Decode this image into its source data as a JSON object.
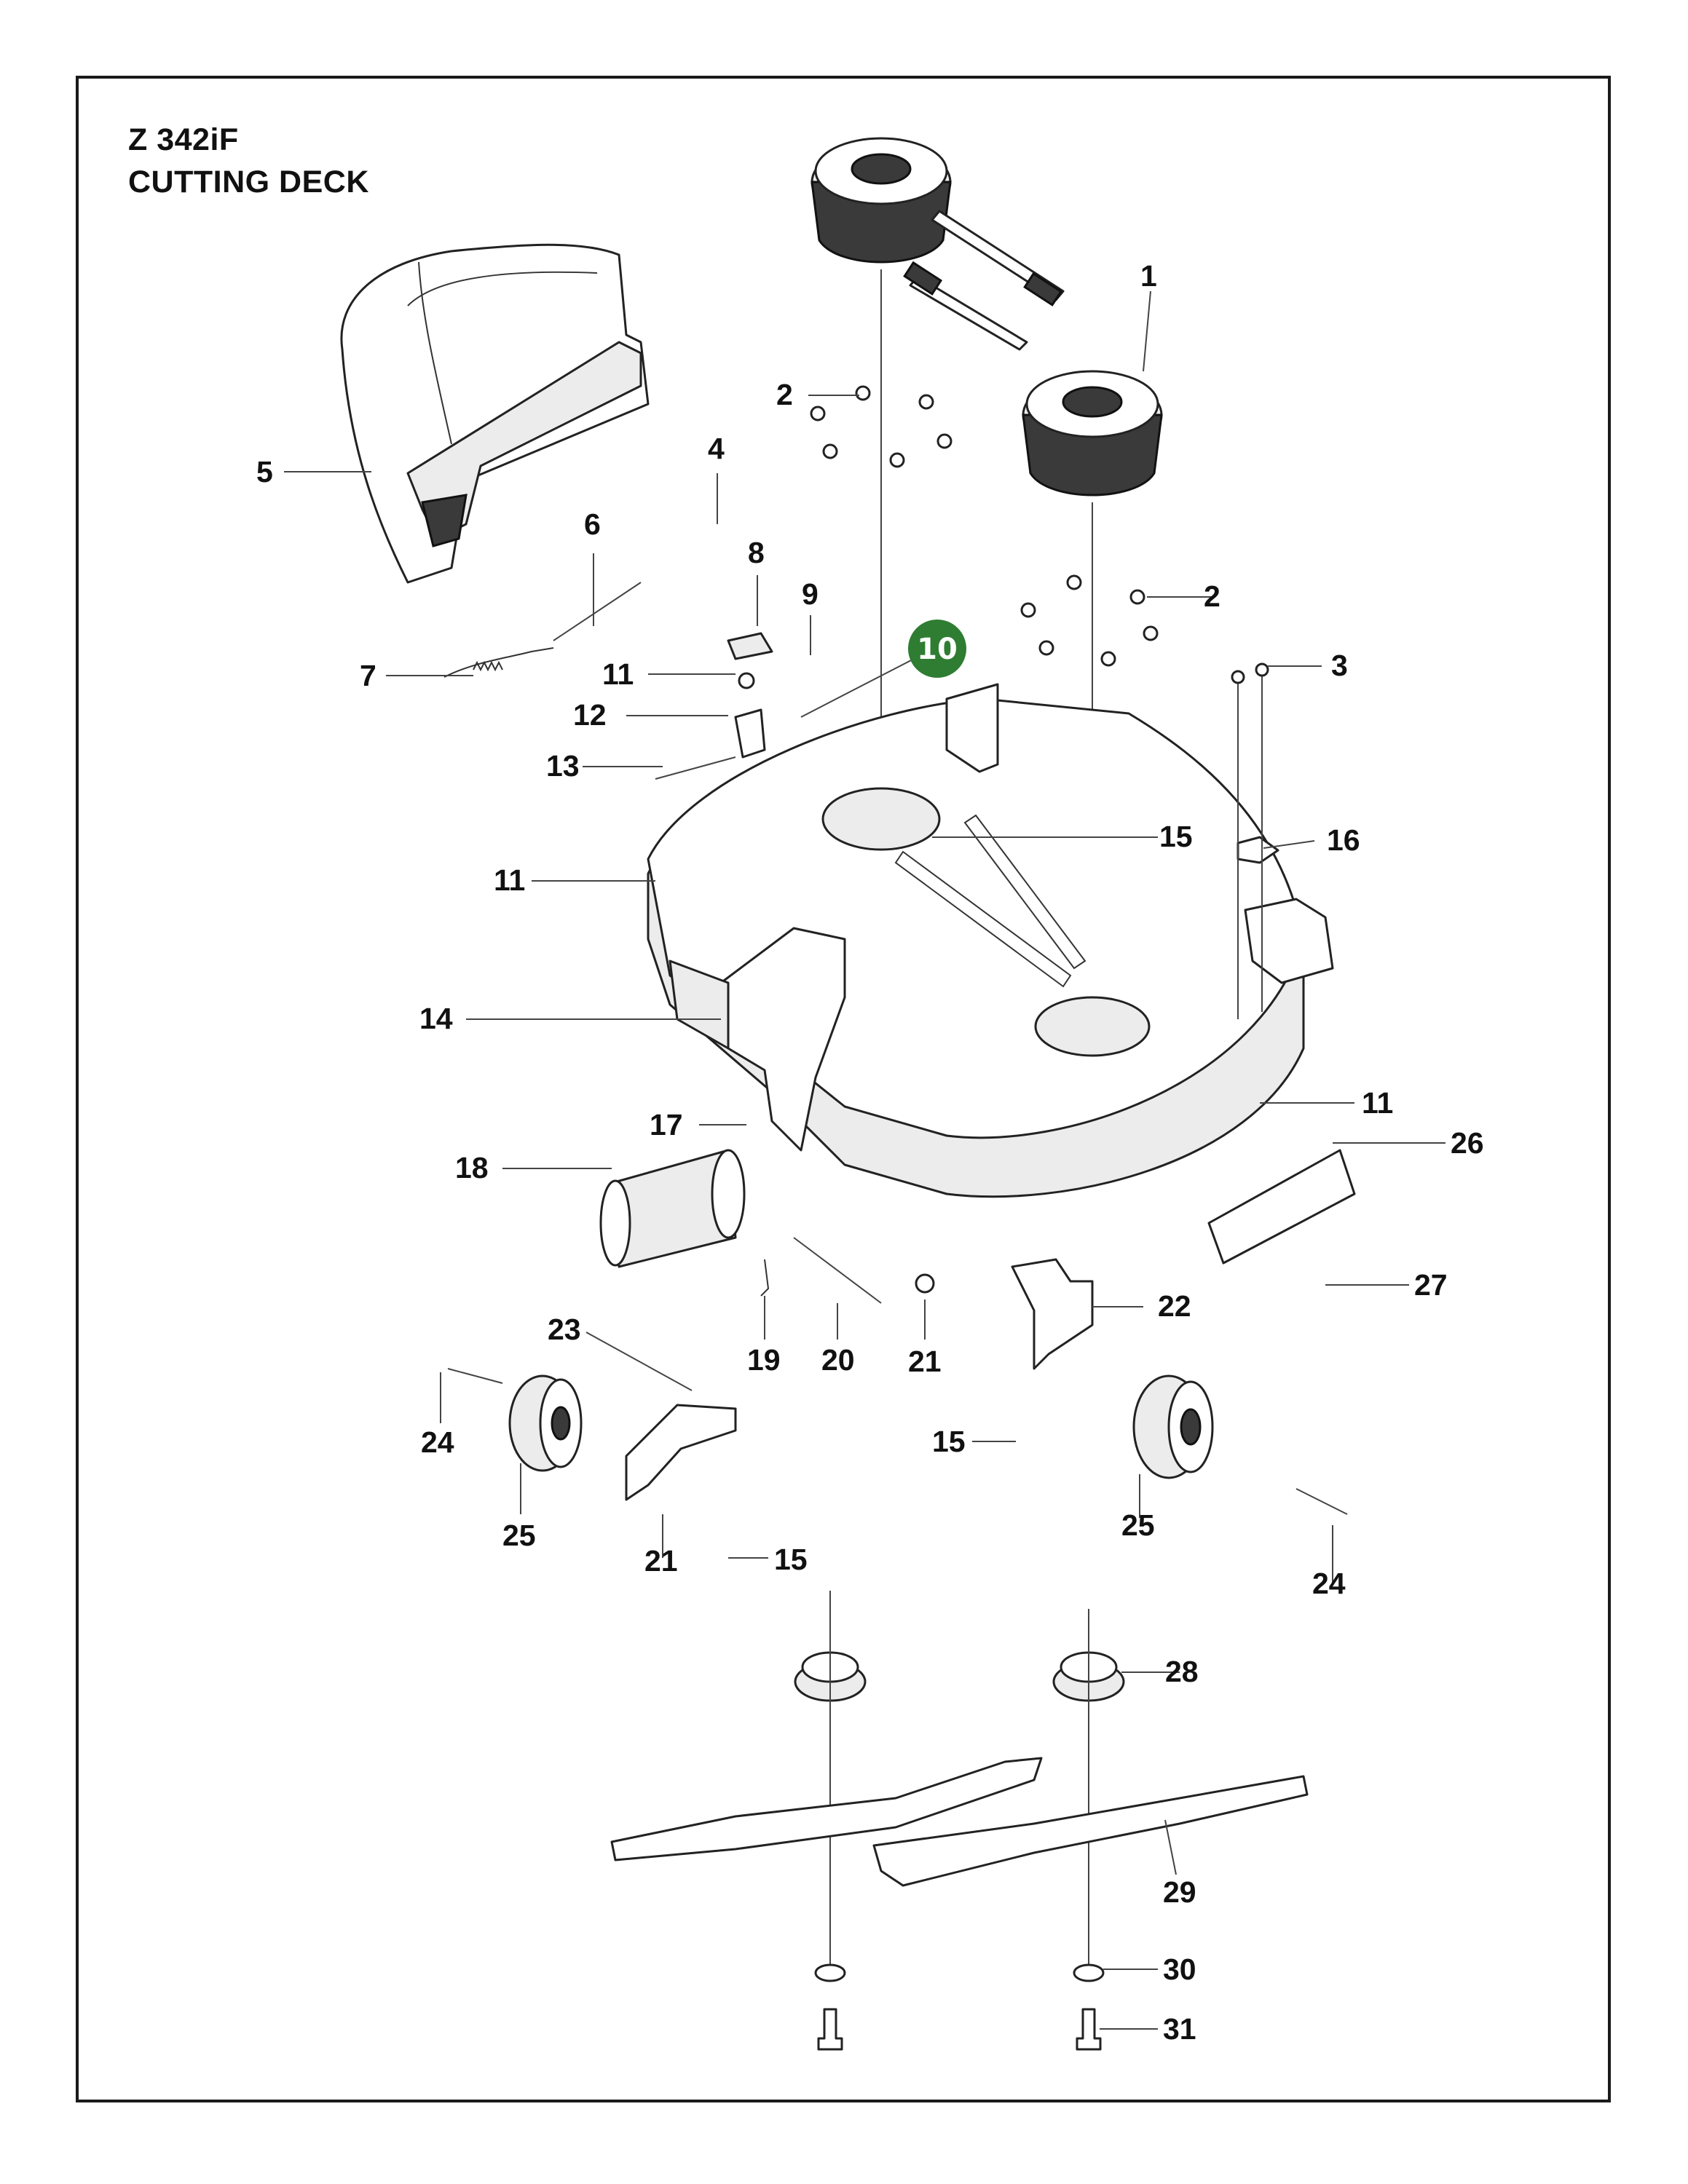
{
  "title": {
    "model": "Z 342iF",
    "section": "CUTTING DECK"
  },
  "highlighted_part": "10",
  "callouts": [
    "1",
    "2",
    "2",
    "3",
    "4",
    "5",
    "6",
    "7",
    "8",
    "9",
    "11",
    "12",
    "13",
    "15",
    "16",
    "11",
    "14",
    "11",
    "26",
    "17",
    "18",
    "27",
    "22",
    "23",
    "19",
    "20",
    "21",
    "24",
    "15",
    "25",
    "25",
    "21",
    "15",
    "24",
    "28",
    "29",
    "30",
    "31"
  ],
  "colors": {
    "highlight": "#2e7d32",
    "line": "#222222",
    "frame": "#1a1a1a"
  }
}
